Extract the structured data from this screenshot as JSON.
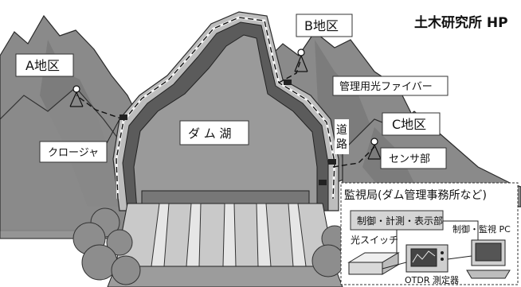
{
  "source_label": "土木研究所 HP",
  "area_labels": {
    "a": "A地区",
    "b": "B地区",
    "c": "C地区"
  },
  "lake_label": "ダ ム 湖",
  "road_label": "道路",
  "component_labels": {
    "closure": "クロージャ",
    "fiber": "管理用光ファイバー",
    "sensor": "センサ部"
  },
  "station": {
    "title": "監視局(ダム管理事務所など)",
    "control_unit": "制御・計測・表示部",
    "control_pc": "制御・監視 PC",
    "optical_switch": "光スイッチ",
    "otdr": "OTDR 測定器"
  }
}
